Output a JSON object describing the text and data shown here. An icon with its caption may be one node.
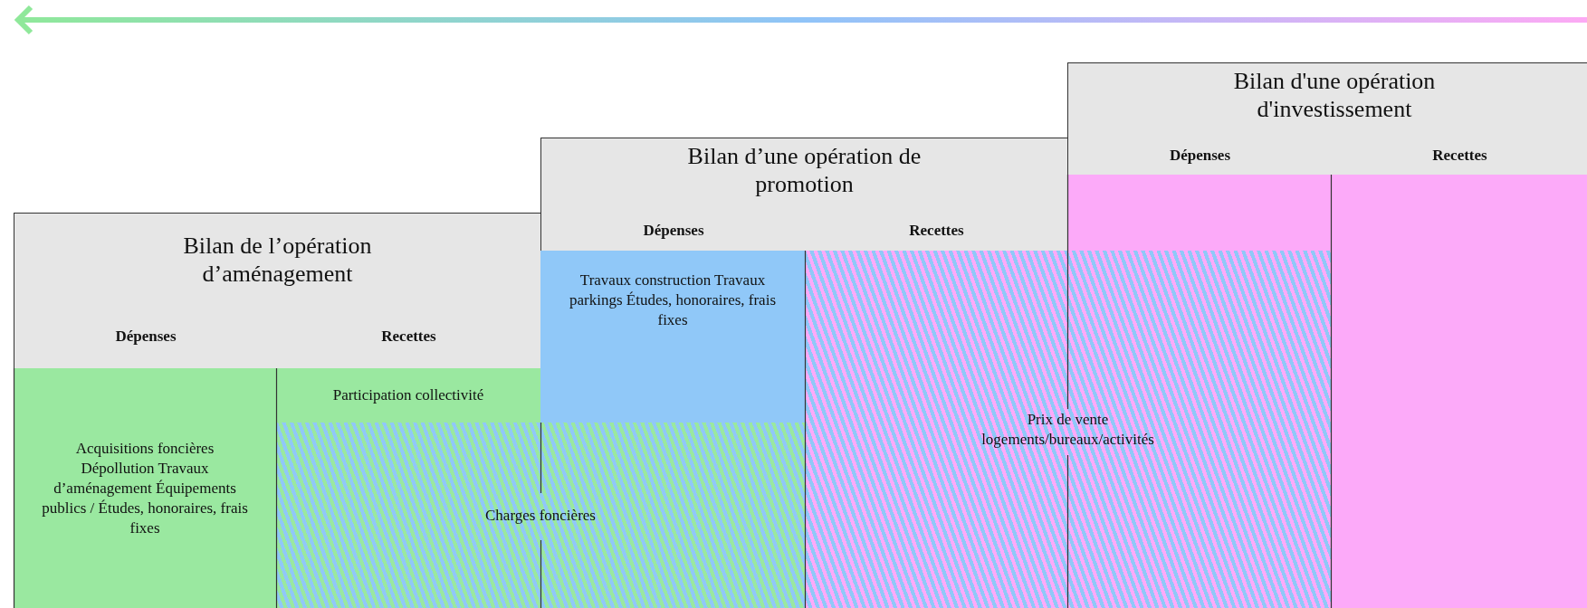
{
  "diagram": {
    "nodes": [
      {
        "text": [
          "Bilan de l’opération d’aménagement"
        ]
      },
      {
        "text": [
          "Dépenses"
        ],
        "in": 0
      },
      {
        "text": [
          "Recettes"
        ],
        "in": 0
      },
      {
        "text": [
          "Bilan d’une opération de promotion"
        ]
      },
      {
        "text": [
          "Dépenses"
        ],
        "in": 3
      },
      {
        "text": [
          "Recettes"
        ],
        "in": 3
      },
      {
        "text": [
          "Bilan d'une opération d'investissement"
        ]
      },
      {
        "text": [
          "Dépenses"
        ],
        "in": 6
      },
      {
        "text": [
          "Recettes"
        ],
        "in": 6
      },
      {
        "text": [
          "Acquisitions foncières Dépollution Travaux d’aménagement Équipements publics / Études, honoraires, frais fixes"
        ]
      },
      {
        "text": [
          "Participation collectivité"
        ]
      },
      {
        "text": [
          "Charges foncières"
        ]
      },
      {
        "text": [
          "Travaux construction Travaux parkings Études, honoraires, frais fixes"
        ]
      },
      {
        "text": [
          "Prix de vente logements/bureaux/activités"
        ]
      },
      {
        "text": [],
        "shape": "box"
      },
      {
        "text": [],
        "shape": "box"
      }
    ],
    "edges": []
  }
}
